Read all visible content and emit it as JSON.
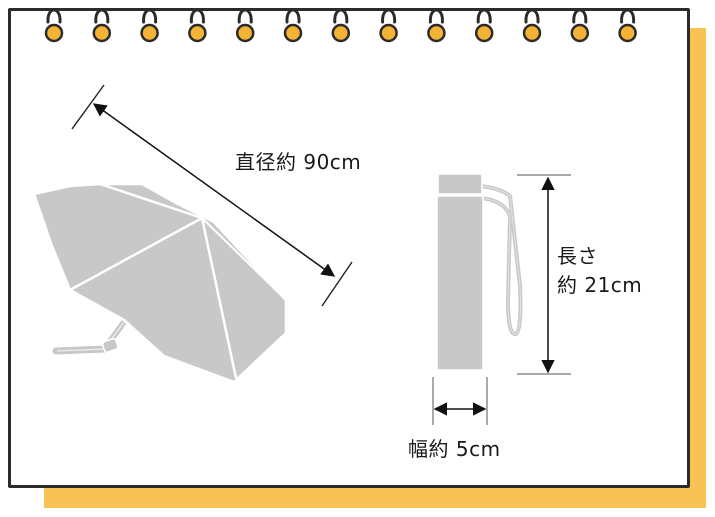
{
  "labels": {
    "diameter": "直径約 90cm",
    "length_line1": "長さ",
    "length_line2": "約 21cm",
    "width": "幅約 5cm"
  },
  "colors": {
    "notebook_shadow": "#f9c255",
    "ring_fill": "#f5b335",
    "outline": "#2b2b2b",
    "umbrella_gray": "#c8c8c8"
  },
  "icons": {
    "rings": "spiral-binding-rings",
    "open_umbrella": "open-umbrella-illustration",
    "folded_umbrella": "folded-umbrella-illustration"
  }
}
